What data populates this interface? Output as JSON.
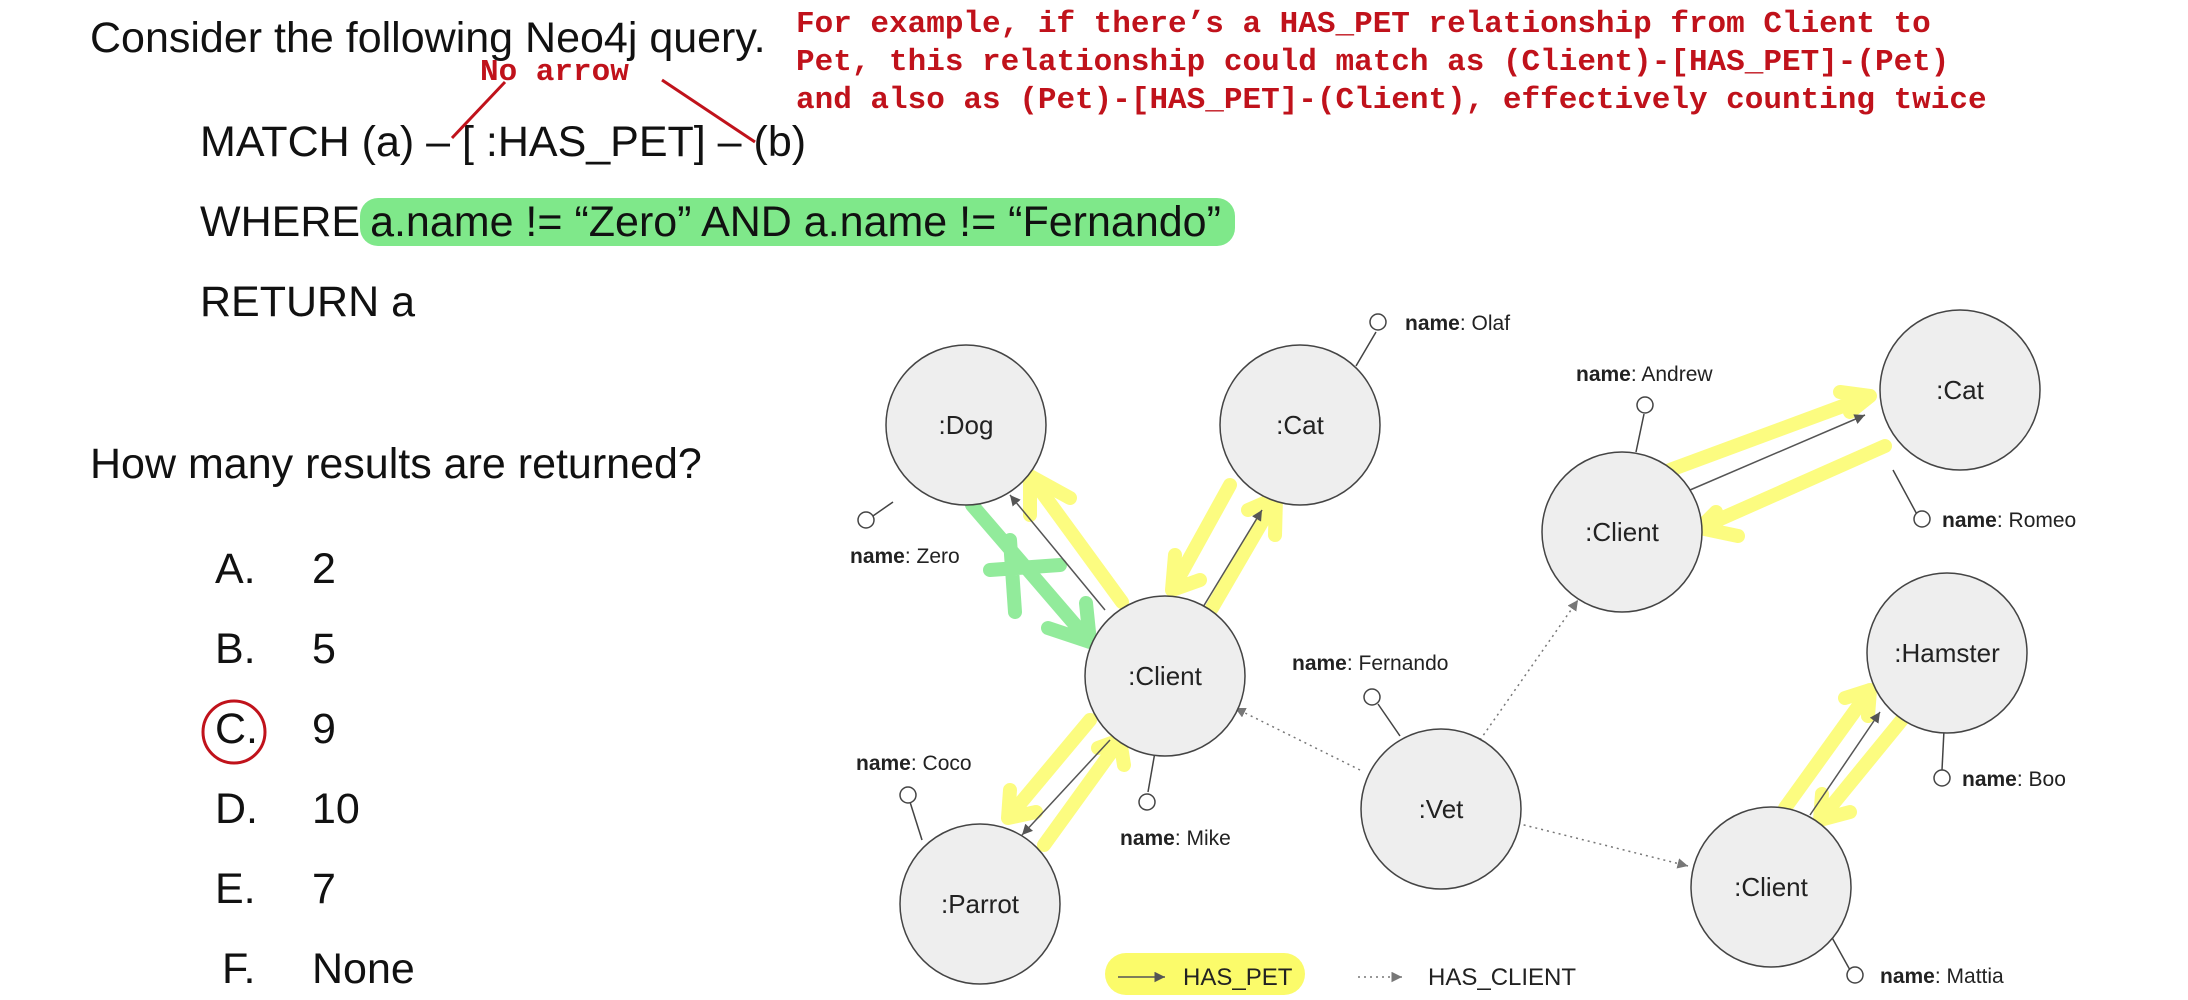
{
  "question": {
    "intro": "Consider the following Neo4j query.",
    "query_match": "MATCH (a) – [ :HAS_PET] – (b)",
    "query_where_kw": "WHERE",
    "query_where_cond": "a.name != “Zero” AND a.name != “Fernando”",
    "query_return": "RETURN a",
    "prompt": "How many results are returned?"
  },
  "annotations": {
    "no_arrow": "No arrow",
    "explanation": [
      "For example, if there’s a HAS_PET relationship from Client to",
      "Pet, this relationship could match as (Client)-[HAS_PET]-(Pet)",
      "and also as (Pet)-[HAS_PET]-(Client), effectively counting twice"
    ]
  },
  "options": [
    {
      "letter": "A.",
      "value": "2",
      "selected": false
    },
    {
      "letter": "B.",
      "value": "5",
      "selected": false
    },
    {
      "letter": "C.",
      "value": "9",
      "selected": true
    },
    {
      "letter": "D.",
      "value": "10",
      "selected": false
    },
    {
      "letter": "E.",
      "value": "7",
      "selected": false
    },
    {
      "letter": "F.",
      "value": "None",
      "selected": false
    }
  ],
  "graph": {
    "nodes": [
      {
        "id": "dog",
        "label": ":Dog",
        "prop_key": "name",
        "prop_val": ": Zero"
      },
      {
        "id": "cat1",
        "label": ":Cat",
        "prop_key": "name",
        "prop_val": ": Olaf"
      },
      {
        "id": "client1",
        "label": ":Client",
        "prop_key": "name",
        "prop_val": ": Mike"
      },
      {
        "id": "parrot",
        "label": ":Parrot",
        "prop_key": "name",
        "prop_val": ": Coco"
      },
      {
        "id": "vet",
        "label": ":Vet",
        "prop_key": "name",
        "prop_val": ": Fernando"
      },
      {
        "id": "client2",
        "label": ":Client",
        "prop_key": "name",
        "prop_val": ": Andrew"
      },
      {
        "id": "cat2",
        "label": ":Cat",
        "prop_key": "name",
        "prop_val": ": Romeo"
      },
      {
        "id": "hamster",
        "label": ":Hamster",
        "prop_key": "name",
        "prop_val": ": Boo"
      },
      {
        "id": "client3",
        "label": ":Client",
        "prop_key": "name",
        "prop_val": ": Mattia"
      }
    ],
    "has_pet": [
      [
        "client1",
        "dog"
      ],
      [
        "client1",
        "cat1"
      ],
      [
        "client1",
        "parrot"
      ],
      [
        "client2",
        "cat2"
      ],
      [
        "client3",
        "hamster"
      ]
    ],
    "has_client": [
      [
        "vet",
        "client1"
      ],
      [
        "vet",
        "client2"
      ],
      [
        "vet",
        "client3"
      ]
    ],
    "legend": {
      "has_pet": "HAS_PET",
      "has_client": "HAS_CLIENT"
    }
  },
  "colors": {
    "annotation_red": "#c0121b",
    "highlight_green": "#7fe88a",
    "highlight_yellow": "#fbfb6a"
  }
}
